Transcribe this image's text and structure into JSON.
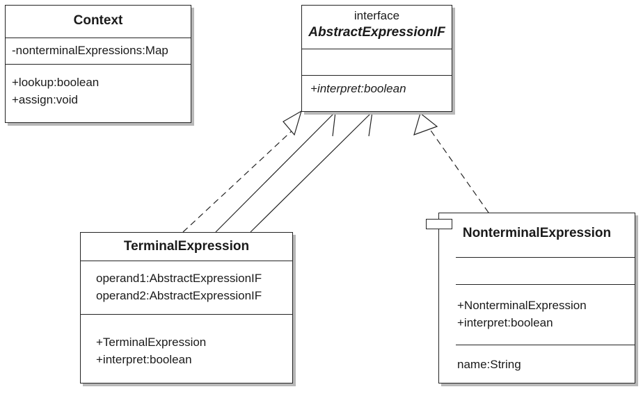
{
  "context": {
    "name": "Context",
    "attributes": [
      "-nonterminalExpressions:Map"
    ],
    "operations": [
      "+lookup:boolean",
      "+assign:void"
    ]
  },
  "abstract_expression": {
    "stereotype": "interface",
    "name": "AbstractExpressionIF",
    "operations": [
      "+interpret:boolean"
    ]
  },
  "terminal_expression": {
    "name": "TerminalExpression",
    "attributes": [
      "operand1:AbstractExpressionIF",
      "operand2:AbstractExpressionIF"
    ],
    "operations": [
      "+TerminalExpression",
      "+interpret:boolean"
    ]
  },
  "nonterminal_expression": {
    "name": "NonterminalExpression",
    "operations": [
      "+NonterminalExpression",
      "+interpret:boolean"
    ],
    "attributes": [
      "name:String"
    ]
  },
  "colors": {
    "line": "#222222",
    "shadow": "#b8b8b8",
    "background": "#ffffff"
  }
}
